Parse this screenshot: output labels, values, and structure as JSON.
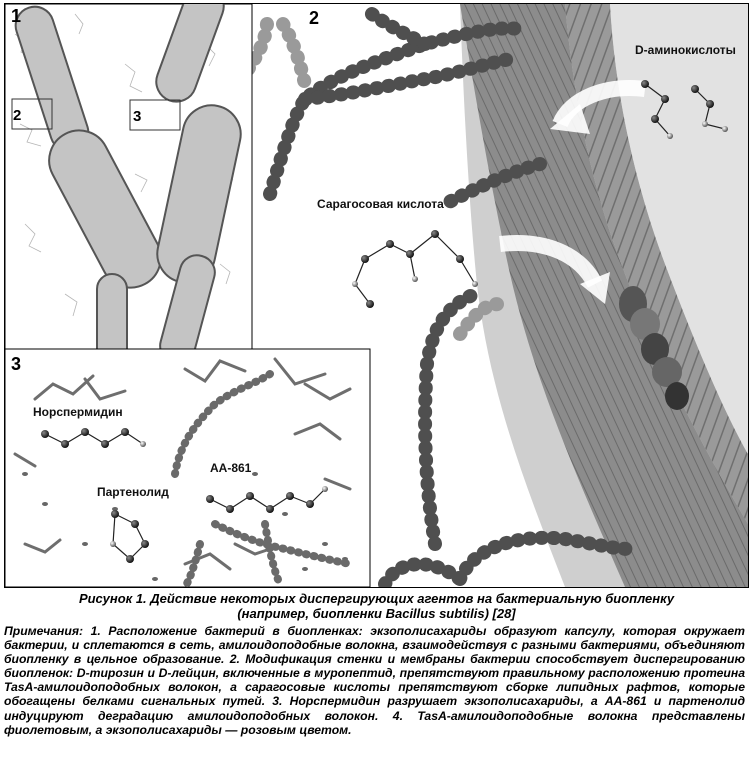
{
  "figure": {
    "panels": [
      {
        "id": "1",
        "label": "1"
      },
      {
        "id": "2",
        "label": "2"
      },
      {
        "id": "3",
        "label": "3"
      }
    ],
    "insets_on_panel1": [
      "2",
      "3"
    ],
    "labels": {
      "d_amino": "D-аминокислоты",
      "saragos": "Сарагосовая кислота",
      "norsperm": "Норспермидин",
      "aa861": "AA-861",
      "partenolid": "Партенолид"
    }
  },
  "caption": {
    "line1": "Рисунок 1. Действие некоторых диспергирующих агентов на бактериальную биопленку",
    "line2": "(например, биопленки Bacillus subtilis) [28]"
  },
  "notes": {
    "text": "Примечания: 1. Расположение бактерий в биопленках: экзополисахариды образуют капсулу, которая окружает бактерии, и сплетаются в сеть, амилоидоподобные волокна, взаимодействуя с разными бактериями, объединяют биопленку в цельное образование. 2. Модификация стенки и мембраны бактерии способствует диспергированию биопленок: D-тирозин и D-лейцин, включенные в муропептид, препятствуют правильному расположению протеина TasA-амилоидоподобных волокон, а сарагосовые кислоты препятствуют сборке липидных рафтов, которые обогащены белками сигнальных путей. 3. Норспермидин разрушает экзополисахариды, а AA-861 и партенолид индуцируют деградацию амилоидоподобных волокон. 4. TasA-амилоидоподобные волокна представлены фиолетовым, а экзополисахариды — розовым цветом."
  },
  "colors": {
    "fiber": "#5a5a5a",
    "membrane": "#8a8a8a",
    "background_gray": "#d0d0d0",
    "cell_fill": "#c4c4c4"
  }
}
